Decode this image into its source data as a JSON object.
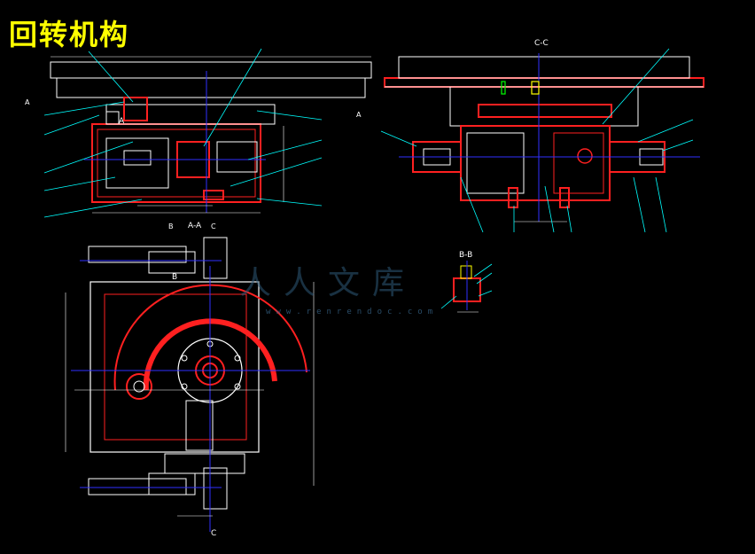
{
  "title": "回转机构",
  "views": {
    "section_aa": "A-A",
    "section_bb": "B-B",
    "section_cc": "C-C",
    "mark_a": "A",
    "mark_b": "B",
    "mark_c": "C"
  },
  "watermark": {
    "text": "人人文库",
    "url": "www.renrendoc.com"
  },
  "colors": {
    "background": "#000000",
    "title": "#ffff00",
    "outline_red": "#ff2020",
    "leader_cyan": "#00ffff",
    "center_blue": "#3030ff",
    "part_white": "#ffffff",
    "part_yellow": "#ffff00",
    "part_green": "#00ff00"
  },
  "icons": [
    "gear-section-icon",
    "motor-icon",
    "bearing-icon"
  ]
}
